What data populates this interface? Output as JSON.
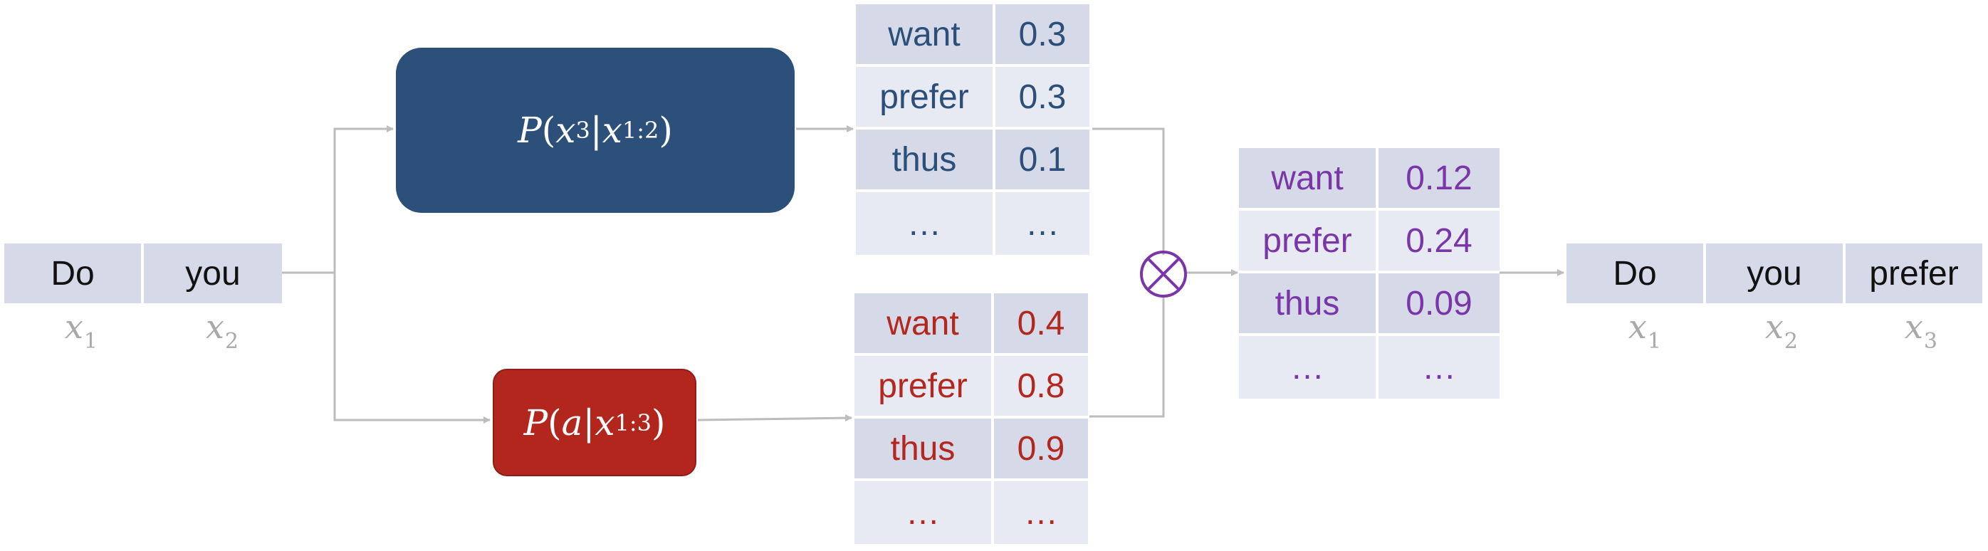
{
  "input_tokens": [
    "Do",
    "you"
  ],
  "input_subscripts": [
    {
      "var": "x",
      "index": "1"
    },
    {
      "var": "x",
      "index": "2"
    }
  ],
  "model_top": {
    "label": "P",
    "open": "(",
    "var": "x",
    "var_index": "3",
    "bar": "|",
    "cond": "x",
    "cond_index": "1:2",
    "close": ")"
  },
  "model_bottom": {
    "label": "P",
    "open": "(",
    "var": "a",
    "bar": "|",
    "cond": "x",
    "cond_index": "1:3",
    "close": ")"
  },
  "table_top": [
    {
      "word": "want",
      "prob": "0.3"
    },
    {
      "word": "prefer",
      "prob": "0.3"
    },
    {
      "word": "thus",
      "prob": "0.1"
    },
    {
      "word": "…",
      "prob": "…"
    }
  ],
  "table_bottom": [
    {
      "word": "want",
      "prob": "0.4"
    },
    {
      "word": "prefer",
      "prob": "0.8"
    },
    {
      "word": "thus",
      "prob": "0.9"
    },
    {
      "word": "…",
      "prob": "…"
    }
  ],
  "table_combined": [
    {
      "word": "want",
      "prob": "0.12"
    },
    {
      "word": "prefer",
      "prob": "0.24"
    },
    {
      "word": "thus",
      "prob": "0.09"
    },
    {
      "word": "…",
      "prob": "…"
    }
  ],
  "output_tokens": [
    "Do",
    "you",
    "prefer"
  ],
  "output_subscripts": [
    {
      "var": "x",
      "index": "1"
    },
    {
      "var": "x",
      "index": "2"
    },
    {
      "var": "x",
      "index": "3"
    }
  ],
  "colors": {
    "blue": "#2c5079",
    "red": "#b3261e",
    "purple": "#7a35a8",
    "arrow": "#bdbdbd",
    "token_bg": "#d5d9e8"
  }
}
